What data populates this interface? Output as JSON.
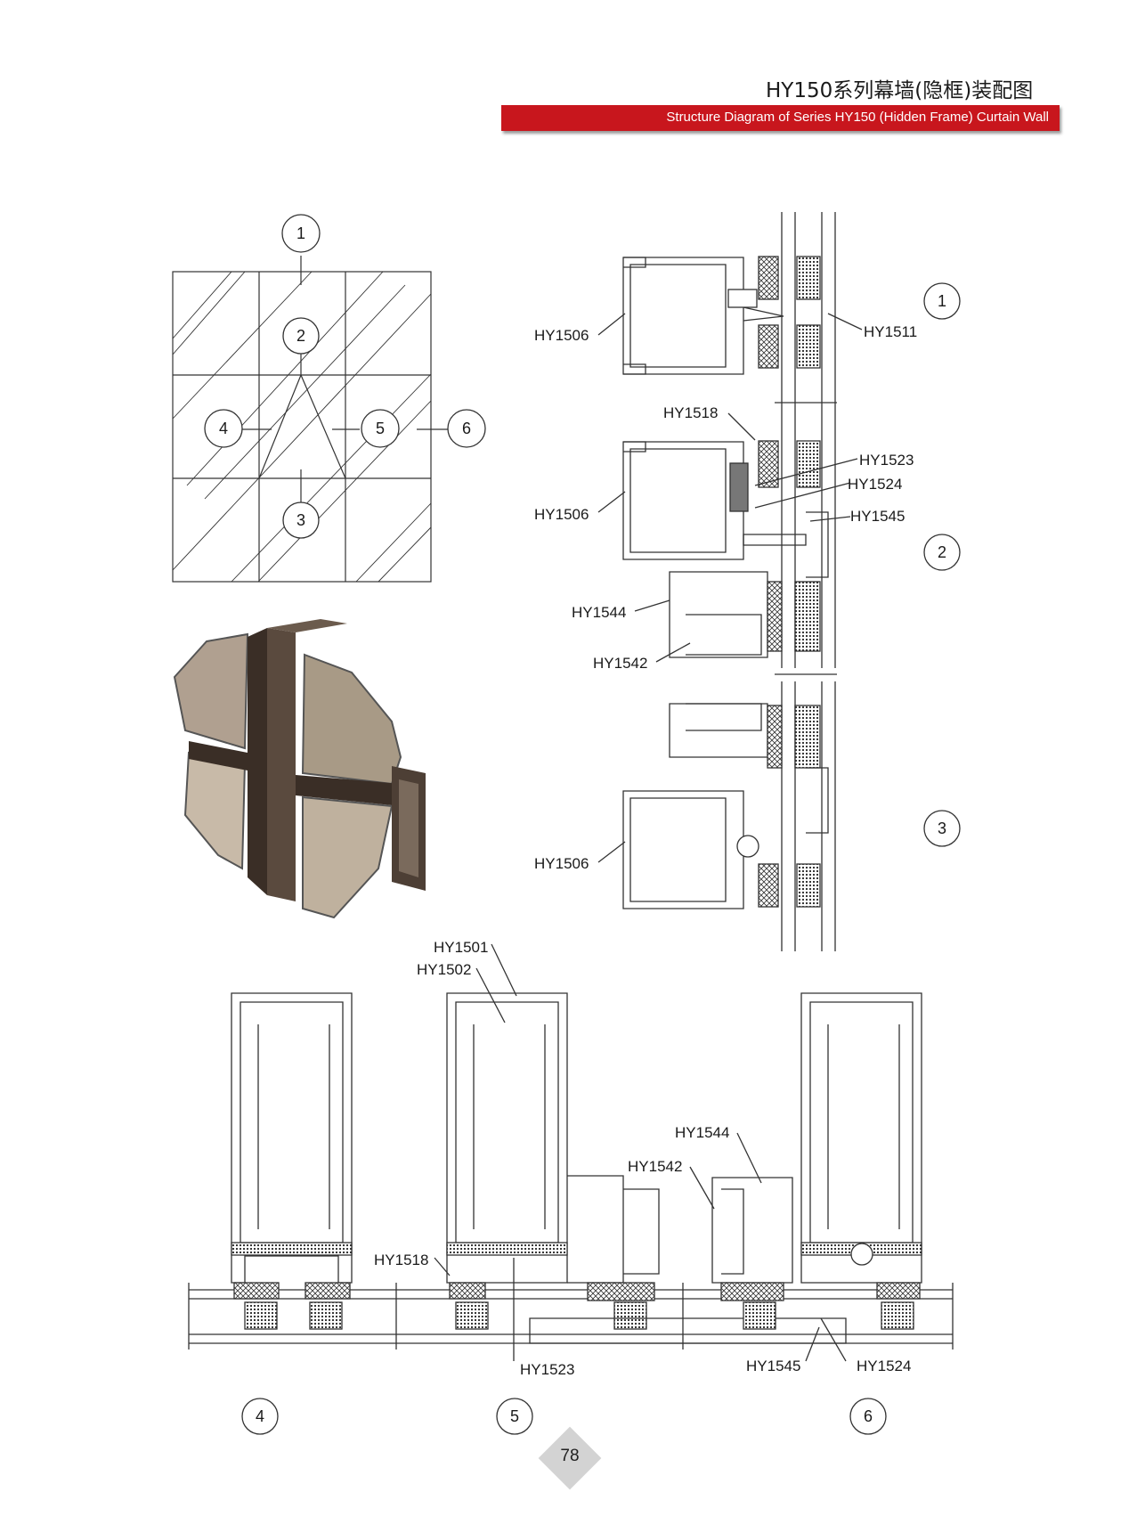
{
  "header": {
    "title_cn": "HY150系列幕墙(隐框)装配图",
    "title_en": "Structure Diagram of Series HY150 (Hidden Frame) Curtain Wall"
  },
  "elevation": {
    "markers": [
      "1",
      "2",
      "3",
      "4",
      "5",
      "6"
    ]
  },
  "vertical_section": {
    "section1": {
      "labels": [
        "HY1506",
        "HY1511"
      ],
      "marker": "1"
    },
    "section2": {
      "labels": [
        "HY1518",
        "HY1523",
        "HY1524",
        "HY1545",
        "HY1506",
        "HY1544",
        "HY1542"
      ],
      "marker": "2"
    },
    "section3": {
      "labels": [
        "HY1506"
      ],
      "marker": "3"
    }
  },
  "horizontal_section": {
    "labels": [
      "HY1501",
      "HY1502",
      "HY1518",
      "HY1523",
      "HY1544",
      "HY1542",
      "HY1545",
      "HY1524"
    ],
    "markers": [
      "4",
      "5",
      "6"
    ]
  },
  "page_number": "78",
  "colors": {
    "accent": "#c8161d",
    "line": "#333333",
    "frame_dark": "#3a2e26",
    "glass": "#a89a86"
  }
}
